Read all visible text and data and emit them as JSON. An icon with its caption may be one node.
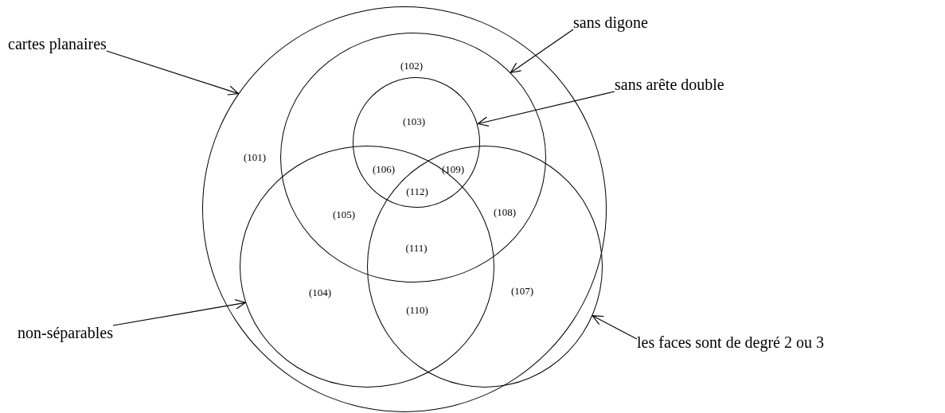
{
  "diagram": {
    "nodes": [
      {
        "text": [
          "cartes planaires"
        ]
      },
      {
        "text": [],
        "shape": "circle"
      },
      {
        "text": [
          "sans digone"
        ]
      },
      {
        "text": [],
        "shape": "circle",
        "in": 1
      },
      {
        "text": [
          "sans arête double"
        ]
      },
      {
        "text": [],
        "shape": "circle",
        "in": 3
      },
      {
        "text": [],
        "shape": "circle",
        "in": 1
      },
      {
        "text": [],
        "shape": "circle",
        "in": 1
      },
      {
        "text": [
          "non-séparables"
        ]
      },
      {
        "text": [
          "les faces sont de degré 2 ou 3"
        ]
      }
    ],
    "edges": [
      {
        "from": 0,
        "to": 1,
        "arrow": "to"
      },
      {
        "from": 2,
        "to": 3,
        "arrow": "to"
      },
      {
        "from": 4,
        "to": 5,
        "arrow": "to"
      },
      {
        "from": 8,
        "to": 6,
        "arrow": "to"
      },
      {
        "from": 9,
        "to": 7,
        "arrow": "to"
      }
    ],
    "labels": [
      "(102)",
      "(103)",
      "(101)",
      "(106)",
      "(109)",
      "(112)",
      "(105)",
      "(108)",
      "(111)",
      "(104)",
      "(107)",
      "(110)"
    ]
  }
}
